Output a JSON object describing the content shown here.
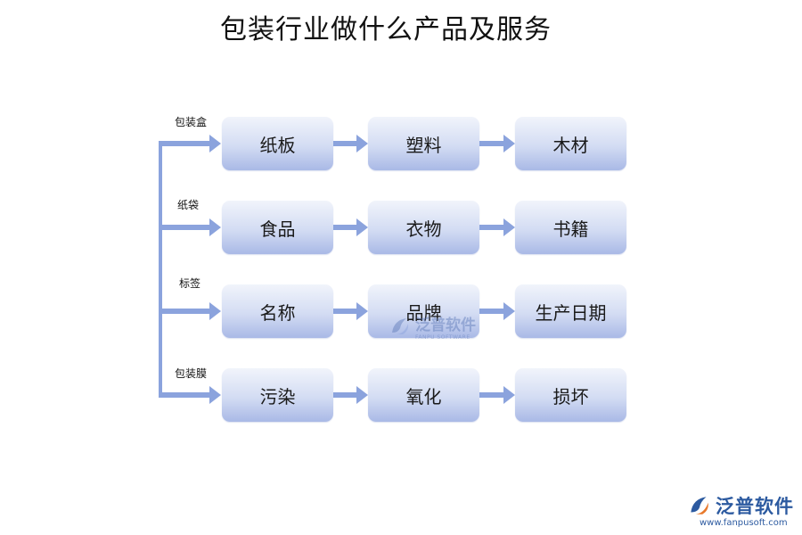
{
  "title": "包装行业做什么产品及服务",
  "rows": [
    {
      "category": "包装盒",
      "items": [
        "纸板",
        "塑料",
        "木材"
      ]
    },
    {
      "category": "纸袋",
      "items": [
        "食品",
        "衣物",
        "书籍"
      ]
    },
    {
      "category": "标签",
      "items": [
        "名称",
        "品牌",
        "生产日期"
      ]
    },
    {
      "category": "包装膜",
      "items": [
        "污染",
        "氧化",
        "损坏"
      ]
    }
  ],
  "watermark": {
    "text": "泛普软件",
    "sub": "FANPU SOFTWARE"
  },
  "logo": {
    "text": "泛普软件",
    "url": "www.fanpusoft.com"
  },
  "colors": {
    "arrow": "#8ba3dd",
    "box_top": "#f1f4fb",
    "box_bottom": "#a9b9e6",
    "logo": "#2c5aa0"
  }
}
